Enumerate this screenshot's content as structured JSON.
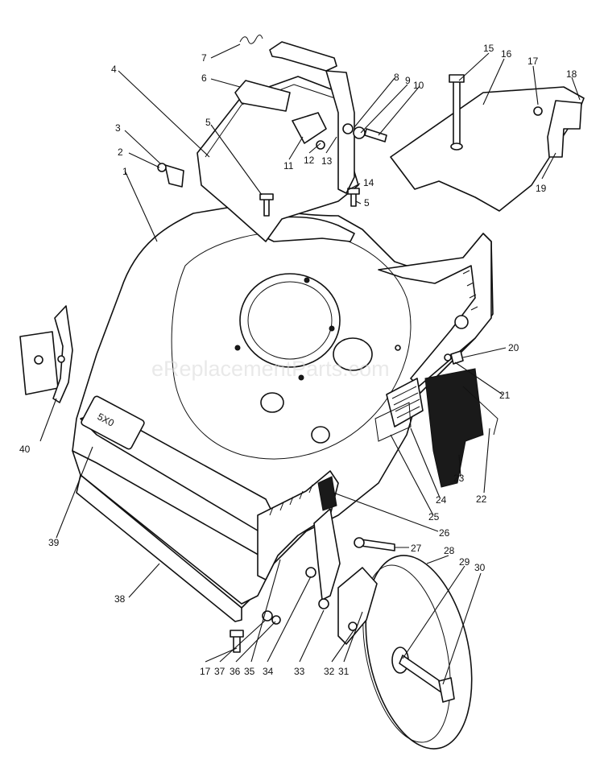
{
  "watermark": "eReplacementParts.com",
  "decal_text": "5X0",
  "callouts": [
    "1",
    "2",
    "3",
    "4",
    "5",
    "6",
    "7",
    "8",
    "9",
    "10",
    "11",
    "12",
    "13",
    "14",
    "5",
    "15",
    "16",
    "17",
    "18",
    "19",
    "20",
    "21",
    "22",
    "23",
    "24",
    "25",
    "26",
    "27",
    "28",
    "29",
    "30",
    "40",
    "39",
    "38",
    "17",
    "37",
    "36",
    "35",
    "34",
    "33",
    "32",
    "31"
  ]
}
